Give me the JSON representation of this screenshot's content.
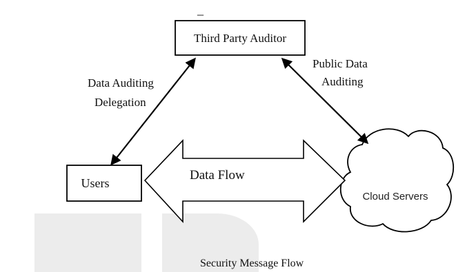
{
  "diagram": {
    "nodes": {
      "tpa": "Third Party Auditor",
      "users": "Users",
      "cloud": "Cloud Servers"
    },
    "edges": {
      "delegation_line1": "Data Auditing",
      "delegation_line2": "Delegation",
      "public_line1": "Public Data",
      "public_line2": "Auditing",
      "data_flow": "Data Flow",
      "security": "Security Message Flow"
    },
    "colors": {
      "line": "#000000",
      "watermark": "#e6e6e6"
    }
  }
}
